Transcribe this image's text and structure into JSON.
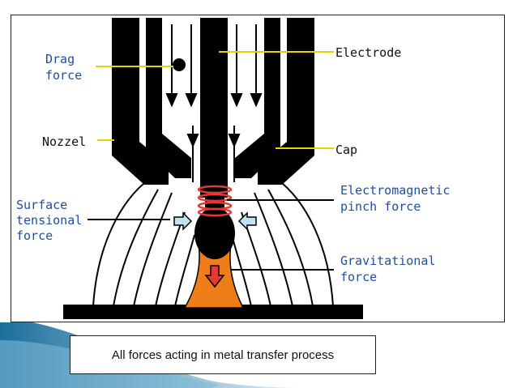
{
  "labels": {
    "drag_force": [
      "Drag",
      "force"
    ],
    "electrode": "Electrode",
    "nozzel": "Nozzel",
    "cap": "Cap",
    "surface_tension": [
      "Surface",
      "tensional",
      "force"
    ],
    "em_pinch": [
      "Electromagnetic",
      "pinch force"
    ],
    "gravitational": [
      "Gravitational",
      "force"
    ]
  },
  "caption": "All forces acting in metal transfer process",
  "colors": {
    "label_blue": "#1f4e9c",
    "leader_yellow": "#e8d200",
    "droplet_orange": "#ef7d1a",
    "pinch_red": "#e53935",
    "tension_arrow": "#bfe3f2",
    "swoosh_blue": "#2e86b5"
  }
}
